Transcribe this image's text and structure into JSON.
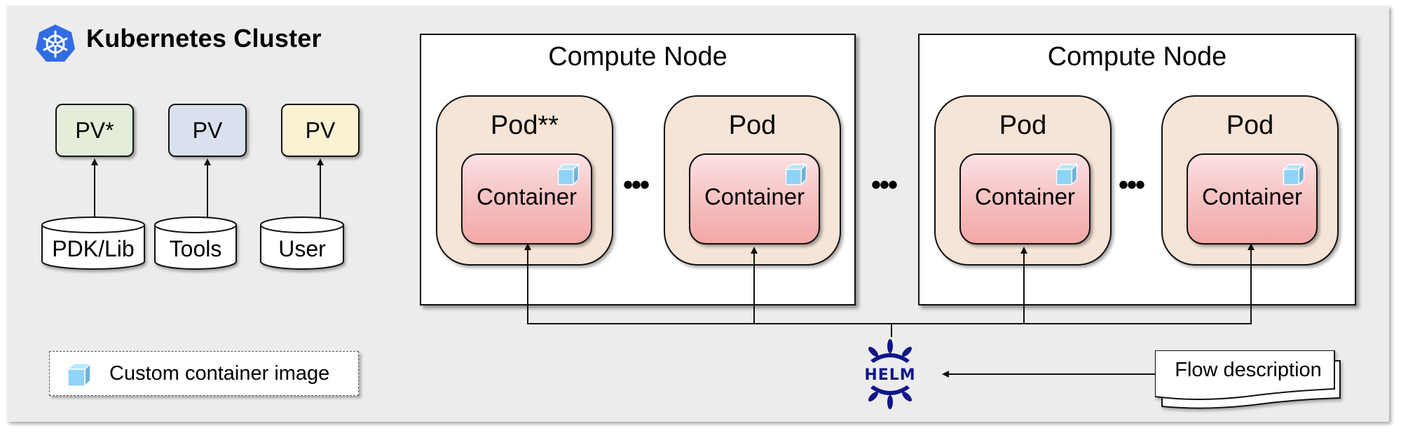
{
  "cluster": {
    "title": "Kubernetes Cluster",
    "logo_icon": "kubernetes-helm-wheel-icon",
    "brand_color": "#326ce5"
  },
  "storage": {
    "volumes": [
      {
        "label": "PV*",
        "color": "#e3edda",
        "source": "PDK/Lib"
      },
      {
        "label": "PV",
        "color": "#dae1ee",
        "source": "Tools"
      },
      {
        "label": "PV",
        "color": "#fbf1d3",
        "source": "User"
      }
    ]
  },
  "nodes": [
    {
      "title": "Compute Node",
      "pods": [
        {
          "label": "Pod**",
          "container": "Container"
        },
        {
          "label": "Pod",
          "container": "Container"
        }
      ],
      "ellipsis": "•••"
    },
    {
      "title": "Compute Node",
      "pods": [
        {
          "label": "Pod",
          "container": "Container"
        },
        {
          "label": "Pod",
          "container": "Container"
        }
      ],
      "ellipsis": "•••"
    }
  ],
  "between_nodes_ellipsis": "•••",
  "legend": {
    "icon": "cube-icon",
    "label": "Custom container image"
  },
  "helm": {
    "label": "HELM",
    "color": "#0f1689"
  },
  "flow": {
    "label": "Flow description"
  },
  "colors": {
    "pod_fill": "#f6e4d6",
    "container_top": "#fbe2e4",
    "container_bottom": "#f2a8a6",
    "cube": "#8fd3f8"
  }
}
